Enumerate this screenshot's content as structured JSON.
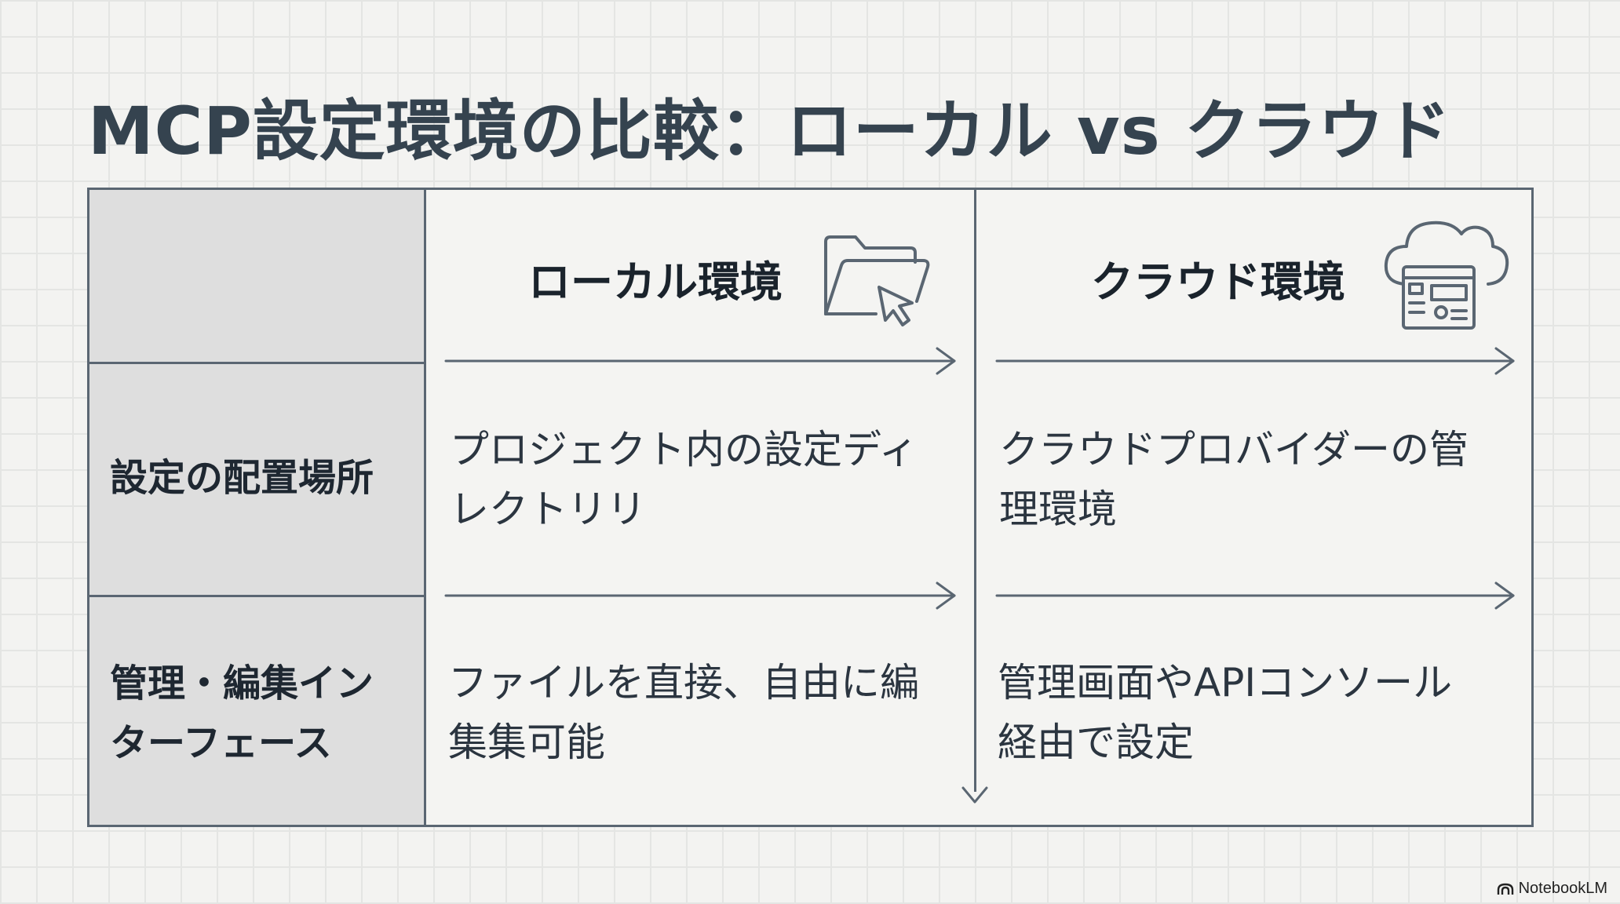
{
  "title": "MCP設定環境の比較：ローカル vs クラウド",
  "columns": [
    {
      "label": "ローカル環境",
      "icon": "folder-cursor-icon"
    },
    {
      "label": "クラウド環境",
      "icon": "cloud-window-icon"
    }
  ],
  "rows": [
    {
      "label": "設定の配置場所",
      "local": [
        "プロジェクト内の設定ディ",
        "レクトリリ"
      ],
      "cloud": [
        "クラウドプロバイダーの管",
        "理環境"
      ]
    },
    {
      "label": [
        "管理・編集イン",
        "ターフェース"
      ],
      "local": [
        "ファイルを直接、自由に編",
        "集集可能"
      ],
      "cloud": [
        "管理画面やAPIコンソール",
        "経由で設定"
      ]
    }
  ],
  "footer": {
    "brand": "NotebookLM",
    "icon": "notebooklm-logo-icon"
  },
  "colors": {
    "line": "#5a6672",
    "label_bg": "#dedede",
    "background": "#f3f3f1"
  }
}
